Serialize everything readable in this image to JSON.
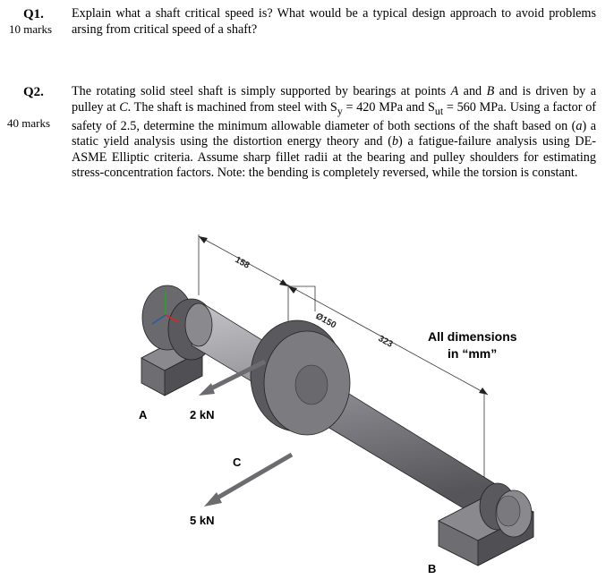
{
  "q1": {
    "number": "Q1.",
    "marks": "10 marks",
    "text": "Explain what a shaft critical speed is? What would be a typical design approach to avoid problems arsing from critical speed of a shaft?"
  },
  "q2": {
    "number": "Q2.",
    "marks": "40 marks",
    "text_p1": "The rotating solid steel shaft is simply supported by bearings at points ",
    "point_a": "A",
    "text_and": " and ",
    "point_b": "B",
    "text_p2": " and is driven by a pulley at ",
    "point_c": "C",
    "text_p3": ". The shaft is machined from steel with S",
    "sub_y": "y",
    "text_p4": " = 420 MPa and S",
    "sub_ut": "ut",
    "text_p5": " = 560 MPa. Using a factor of safety of 2.5, determine the minimum allowable diameter of both sections of the shaft based on (",
    "part_a": "a",
    "text_p6": ") a static yield analysis using the distortion energy theory and (",
    "part_b": "b",
    "text_p7": ") a fatigue-failure analysis using DE-ASME Elliptic criteria. Assume sharp fillet radii at the bearing and pulley shoulders for estimating stress-concentration factors. Note: the bending is completely reversed, while the torsion is constant."
  },
  "figure": {
    "label_a": "A",
    "label_b": "B",
    "label_c": "C",
    "force_1": "2 kN",
    "force_2": "5 kN",
    "dim_158": "158",
    "dim_150": "Ø150",
    "dim_323": "323",
    "note_line1": "All dimensions",
    "note_line2": "in “mm”"
  }
}
